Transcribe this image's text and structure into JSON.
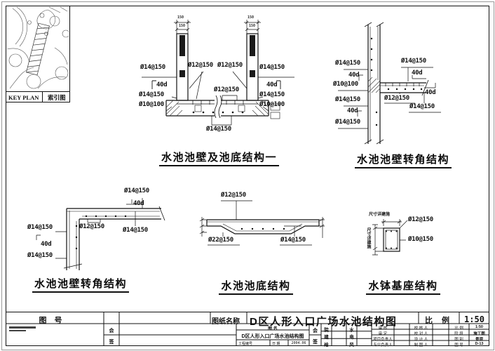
{
  "colors": {
    "line": "#1a1a1a",
    "paper": "#ffffff"
  },
  "key_plan": {
    "label_en": "KEY PLAN",
    "label_zh": "索引图"
  },
  "labels": {
    "r14": "Ø14@150",
    "r12": "Ø12@150",
    "r10": "Ø10@100",
    "r10_150": "Ø10@150",
    "r22": "Ø22@150",
    "anchor": "40d",
    "dim150": "150",
    "dim_note": "尺寸详建施"
  },
  "details": {
    "wall_bottom": {
      "title": "水池池壁及池底结构一"
    },
    "corner_t": {
      "title": "水池池壁转角结构"
    },
    "corner_l": {
      "title": "水池池壁转角结构"
    },
    "bottom": {
      "title": "水池池底结构"
    },
    "basin": {
      "title": "水钵基座结构"
    }
  },
  "titleblock": {
    "no_label": "图    号",
    "name_label": "图纸名称",
    "sheet_title": "D区人形入口广场水池结构图",
    "scale_label": "比 例",
    "scale_value": "1:50",
    "cs_top": "会",
    "cs_bottom": "签",
    "name_row": {
      "label": "图  名",
      "value": "D区人形入口广场水池结构图",
      "proj_no_label": "工程编号",
      "date_label": "日 期",
      "date_value": "2004.06"
    },
    "disciplines_left": [
      "院",
      "建",
      "给"
    ],
    "disciplines_right": [
      "水",
      "电",
      "风"
    ],
    "sign_col1": [
      "审  核",
      "审  定",
      "项目负责人",
      "专业负责人"
    ],
    "sign_col2": [
      "校 核 人",
      "校 对 人",
      "设 计 人",
      "制 图 人"
    ],
    "info_labels": [
      "比  例",
      "阶  段",
      "图  别",
      "图  号"
    ],
    "info_values": [
      "1:50",
      "施工图",
      "景观",
      "D-13"
    ]
  }
}
